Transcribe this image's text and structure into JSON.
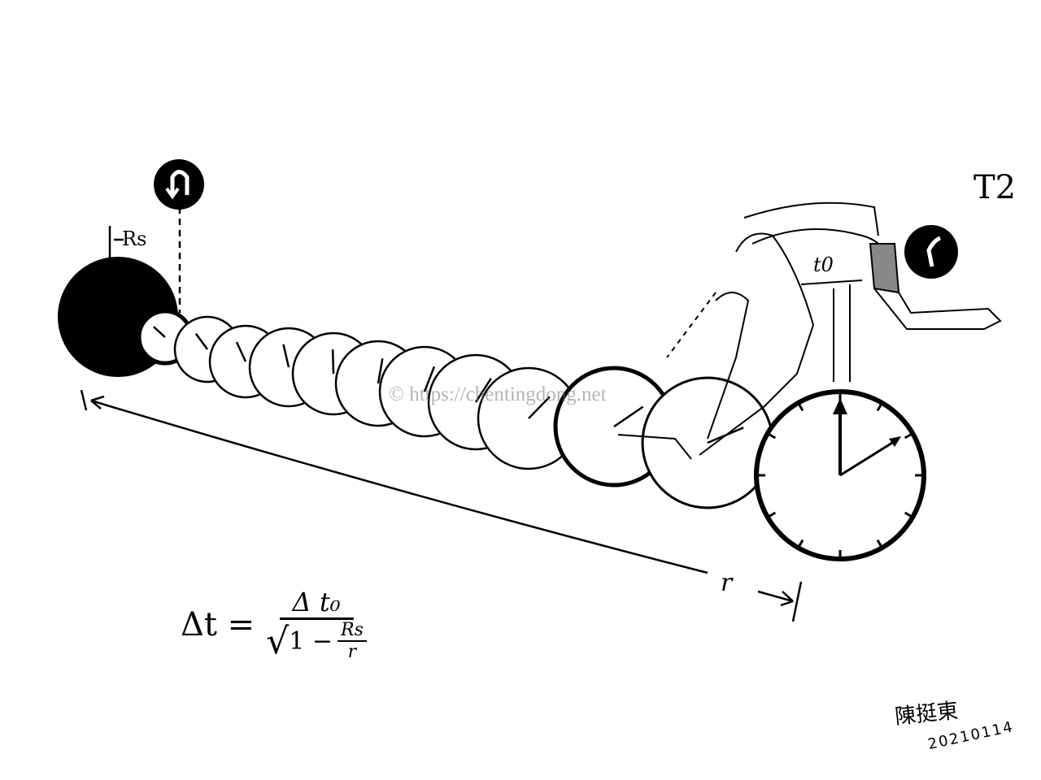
{
  "labels": {
    "observer_far": "T2",
    "schwarzschild_radius": "Rs",
    "proper_time": "t0",
    "distance": "r"
  },
  "markers": [
    {
      "id": "marker-2",
      "icon": "u-turn-arrow-icon"
    },
    {
      "id": "marker-1",
      "icon": "numeral-one-icon"
    }
  ],
  "formula": {
    "lhs": "Δt =",
    "numerator": "Δ t₀",
    "radical": "√",
    "one_minus": "1 −",
    "ratio_num": "Rs",
    "ratio_den": "r"
  },
  "watermark": "© https://chentingdong.net",
  "signature": {
    "name": "陳挺東",
    "date": "20210114"
  }
}
